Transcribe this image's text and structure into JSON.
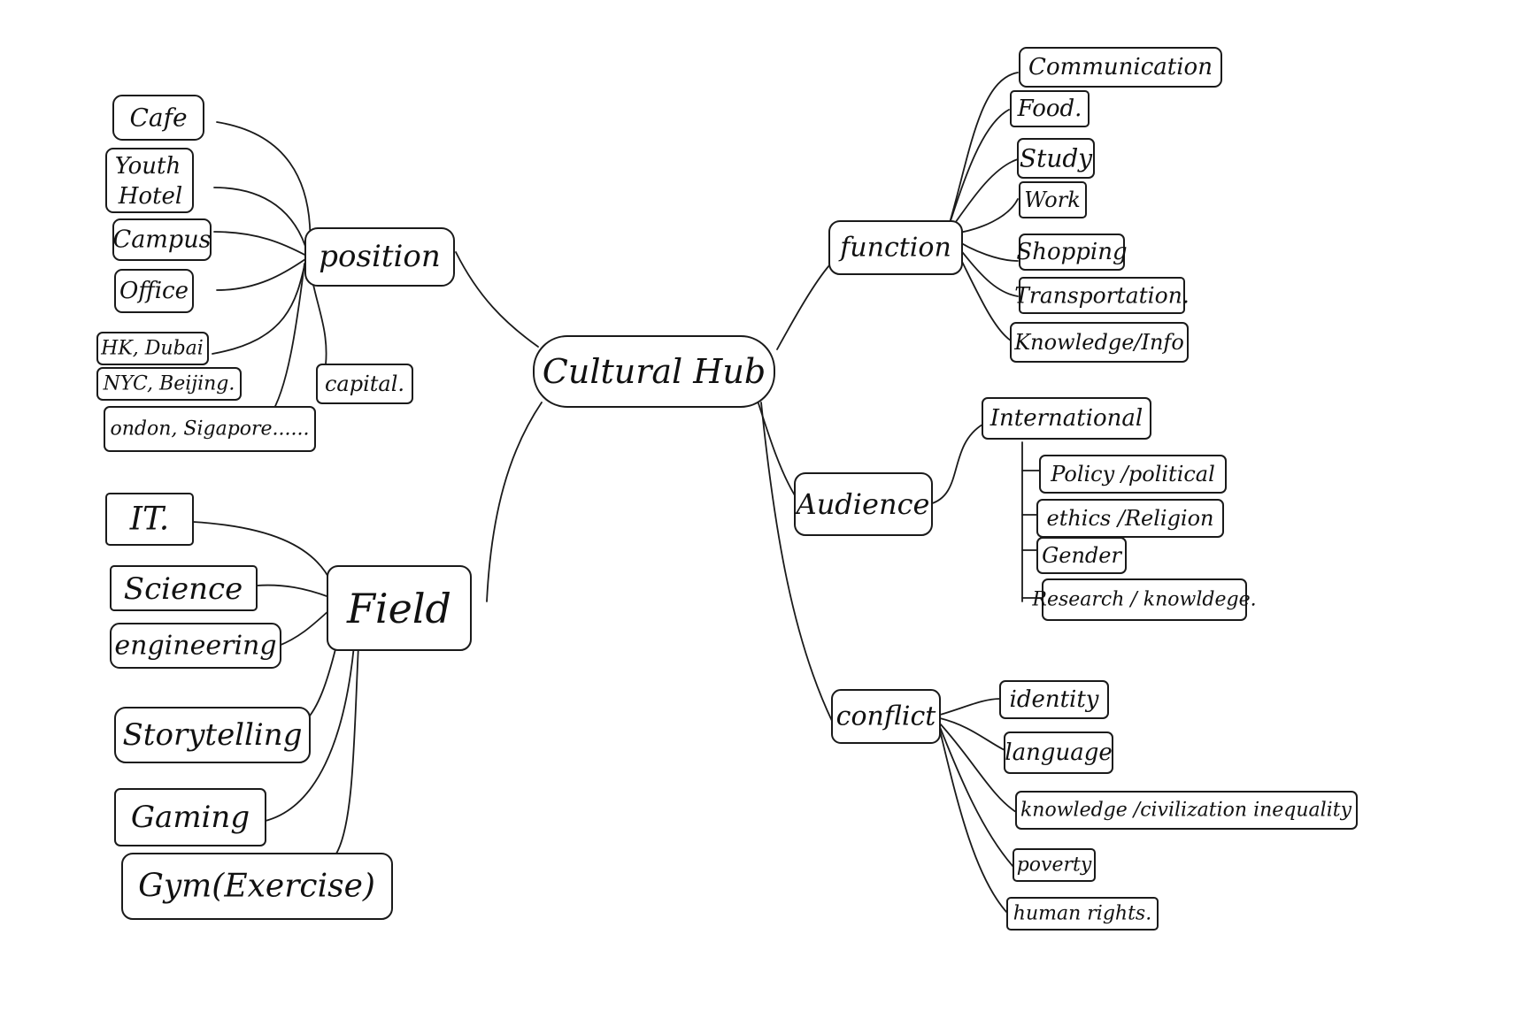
{
  "nodes": {
    "center": "Cultural Hub",
    "position": "position",
    "cafe": "Cafe",
    "youth_hotel_1": "Youth",
    "youth_hotel_2": "Hotel",
    "campus": "Campus",
    "office": "Office",
    "hk_dubai": "HK, Dubai",
    "nyc_beijing": "NYC, Beijing.",
    "london_singapore": "ondon, Sigapore......",
    "capital": "capital.",
    "field": "Field",
    "it": "IT.",
    "science": "Science",
    "engineering": "engineering",
    "storytelling": "Storytelling",
    "gaming": "Gaming",
    "gym": "Gym(Exercise)",
    "function": "function",
    "communication": "Communication",
    "food": "Food.",
    "study": "Study",
    "work": "Work",
    "shopping": "Shopping",
    "transportation": "Transportation.",
    "knowledge_info": "Knowledge/Info",
    "audience": "Audience",
    "international": "International",
    "policy": "Policy /political",
    "ethics": "ethics /Religion",
    "gender": "Gender",
    "research": "Research / knowldege.",
    "conflict": "conflict",
    "identity": "identity",
    "language": "language",
    "civilization": "knowledge /civilization inequality",
    "poverty": "poverty",
    "human_rights": "human rights."
  }
}
